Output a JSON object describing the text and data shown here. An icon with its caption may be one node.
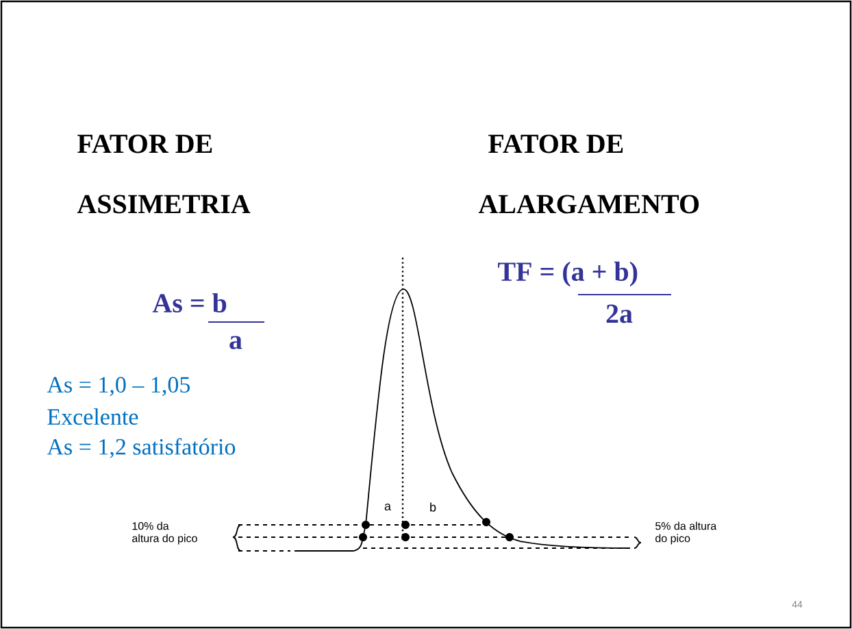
{
  "diagram": {
    "labels": [
      "FATOR DE",
      "FATOR DE",
      "ASSIMETRIA",
      "ALARGAMENTO",
      "TF = (a + b)",
      "2a",
      "As = b",
      "a",
      "As = 1,0 – 1,05",
      "Excelente",
      "As = 1,2 satisfatório",
      "a",
      "b",
      "10% da altura do pico",
      "5% da altura do pico",
      "44"
    ]
  }
}
